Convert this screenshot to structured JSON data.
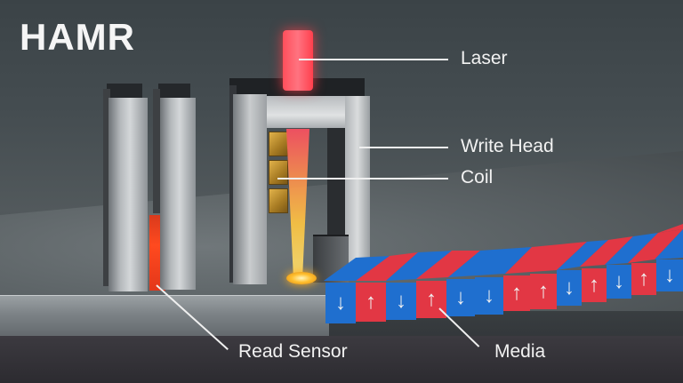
{
  "title": "HAMR",
  "labels": {
    "laser": "Laser",
    "write_head": "Write Head",
    "coil": "Coil",
    "read_sensor": "Read Sensor",
    "media": "Media"
  },
  "colors": {
    "media_blue": "#1f6fcf",
    "media_red": "#e23744",
    "laser_red": "#ff4f5b",
    "beam_yellow": "#ffc640",
    "sensor_orange": "#ff4a1f",
    "coil_gold": "#c8952f",
    "label_white": "#f2f2f2"
  },
  "media_cells": [
    {
      "color": "blue",
      "arrow": "↓"
    },
    {
      "color": "red",
      "arrow": "↑"
    },
    {
      "color": "blue",
      "arrow": "↓"
    },
    {
      "color": "red",
      "arrow": "↑"
    },
    {
      "color": "blue",
      "arrow": "↓"
    },
    {
      "color": "blue",
      "arrow": "↓"
    },
    {
      "color": "red",
      "arrow": "↑"
    },
    {
      "color": "red",
      "arrow": "↑"
    },
    {
      "color": "blue",
      "arrow": "↓"
    },
    {
      "color": "red",
      "arrow": "↑"
    },
    {
      "color": "blue",
      "arrow": "↓"
    },
    {
      "color": "red",
      "arrow": "↑"
    },
    {
      "color": "blue",
      "arrow": "↓"
    }
  ]
}
